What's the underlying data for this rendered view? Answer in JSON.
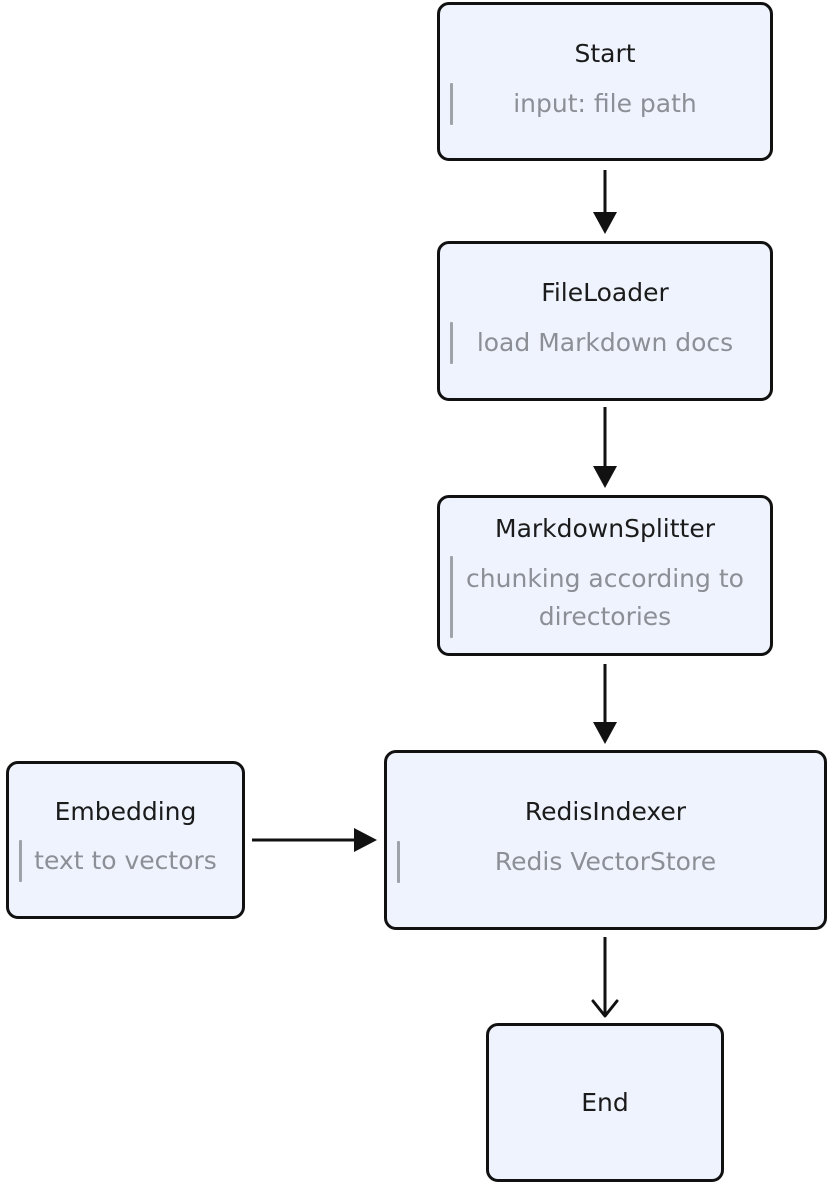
{
  "nodes": {
    "start": {
      "title": "Start",
      "desc": "input: file path"
    },
    "file_loader": {
      "title": "FileLoader",
      "desc": "load Markdown docs"
    },
    "markdown_splitter": {
      "title": "MarkdownSplitter",
      "desc_line1": "chunking according to",
      "desc_line2": "directories"
    },
    "embedding": {
      "title": "Embedding",
      "desc": "text to vectors"
    },
    "redis_indexer": {
      "title": "RedisIndexer",
      "desc": "Redis VectorStore"
    },
    "end": {
      "title": "End"
    }
  },
  "colors": {
    "node_fill": "#eef3fd",
    "node_border": "#111111",
    "desc_text": "#8c9096"
  }
}
